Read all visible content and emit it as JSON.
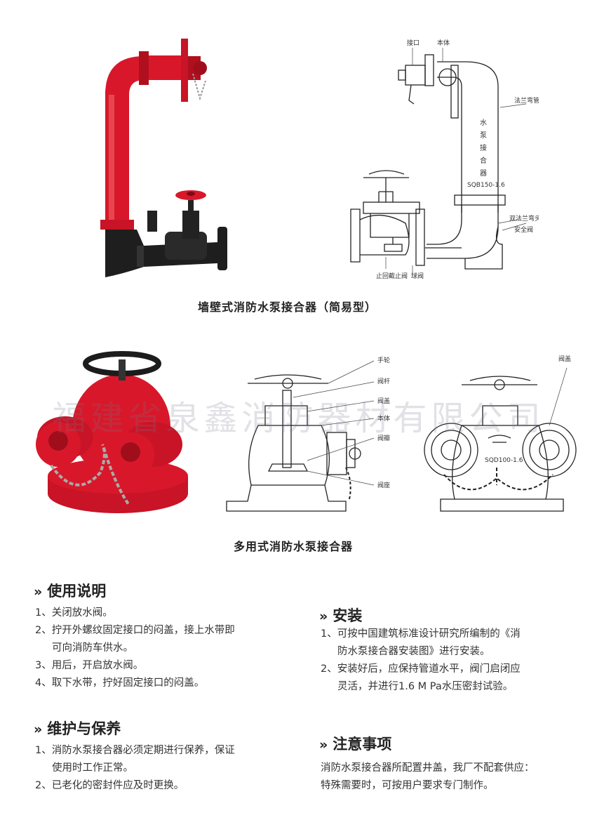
{
  "figure1": {
    "caption": "墙壁式消防水泵接合器（简易型）",
    "labels": {
      "port": "接口",
      "body": "本体",
      "flange_elbow": "法兰弯管",
      "vertical_text": [
        "水",
        "泵",
        "接",
        "合",
        "器"
      ],
      "model": "SQB150-1.6",
      "double_flange_elbow": "双法兰弯头",
      "safety_valve": "安全阀",
      "check_valve": "止回截止阀",
      "ball_valve": "球阀"
    }
  },
  "figure2": {
    "caption": "多用式消防水泵接合器",
    "labels": {
      "handwheel": "手轮",
      "stem": "阀杆",
      "bonnet": "阀盖",
      "body": "本体",
      "disc": "阀瓣",
      "seat": "阀座",
      "bonnet_right": "阀盖",
      "model": "SQD100-1.6"
    }
  },
  "watermark": "福建省泉鑫消防器材有限公司",
  "sections": {
    "usage": {
      "chevron": "»",
      "title": "使用说明",
      "items": [
        {
          "num": "1、",
          "text": "关闭放水阀。",
          "cont": ""
        },
        {
          "num": "2、",
          "text": "拧开外螺纹固定接口的闷盖，接上水带即",
          "cont": "可向消防车供水。"
        },
        {
          "num": "3、",
          "text": "用后，开启放水阀。",
          "cont": ""
        },
        {
          "num": "4、",
          "text": "取下水带，拧好固定接口的闷盖。",
          "cont": ""
        }
      ]
    },
    "install": {
      "chevron": "»",
      "title": "安装",
      "items": [
        {
          "num": "1、",
          "text": "可按中国建筑标准设计研究所编制的《消",
          "cont": "防水泵接合器安装图》进行安装。"
        },
        {
          "num": "2、",
          "text": "安装好后，应保持管道水平，阀门启闭应",
          "cont": "灵活，并进行1.6 M Pa水压密封试验。"
        }
      ]
    },
    "maintenance": {
      "chevron": "»",
      "title": "维护与保养",
      "items": [
        {
          "num": "1、",
          "text": "消防水泵接合器必须定期进行保养，保证",
          "cont": "使用时工作正常。"
        },
        {
          "num": "2、",
          "text": "已老化的密封件应及时更换。",
          "cont": ""
        }
      ]
    },
    "notes": {
      "chevron": "»",
      "title": "注意事项",
      "lines": [
        "消防水泵接合器所配置井盖，我厂不配套供应：",
        "特殊需要时，可按用户要求专门制作。"
      ]
    }
  }
}
